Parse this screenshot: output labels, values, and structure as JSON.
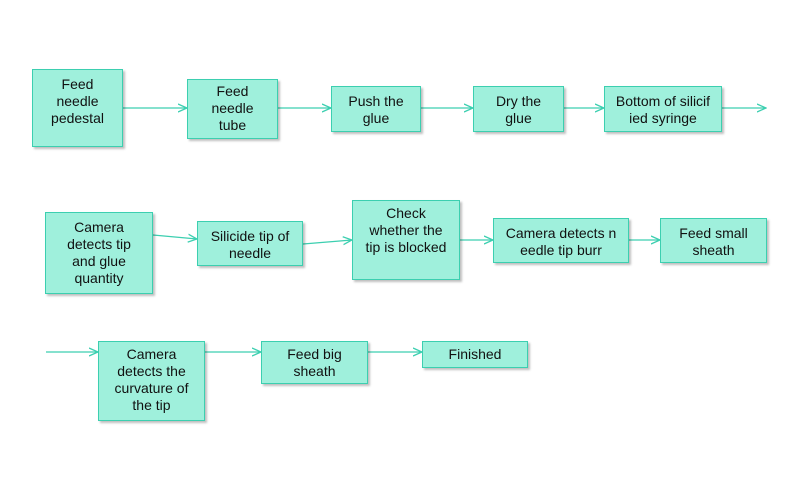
{
  "flowchart": {
    "row1": {
      "feed_needle_pedestal": "Feed\nneedle\npedestal",
      "feed_needle_tube": "Feed\nneedle\ntube",
      "push_the_glue": "Push the\nglue",
      "dry_the_glue": "Dry the\nglue",
      "bottom_of_silicified_syringe": "Bottom of silicif\nied syringe"
    },
    "row2": {
      "camera_detects_tip_and_glue": "Camera\ndetects tip\nand glue\nquantity",
      "silicide_tip_of_needle": "Silicide tip of\nneedle",
      "check_tip_blocked": "Check\nwhether the\ntip is blocked",
      "camera_detects_needle_tip_burr": "Camera detects n\needle tip burr",
      "feed_small_sheath": "Feed small\nsheath"
    },
    "row3": {
      "camera_detects_curvature": "Camera\ndetects the\ncurvature of\nthe tip",
      "feed_big_sheath": "Feed big\nsheath",
      "finished": "Finished"
    },
    "colors": {
      "box_fill": "#9ff0dc",
      "box_border": "#3ccfb0",
      "arrow": "#3ccfb0"
    }
  }
}
